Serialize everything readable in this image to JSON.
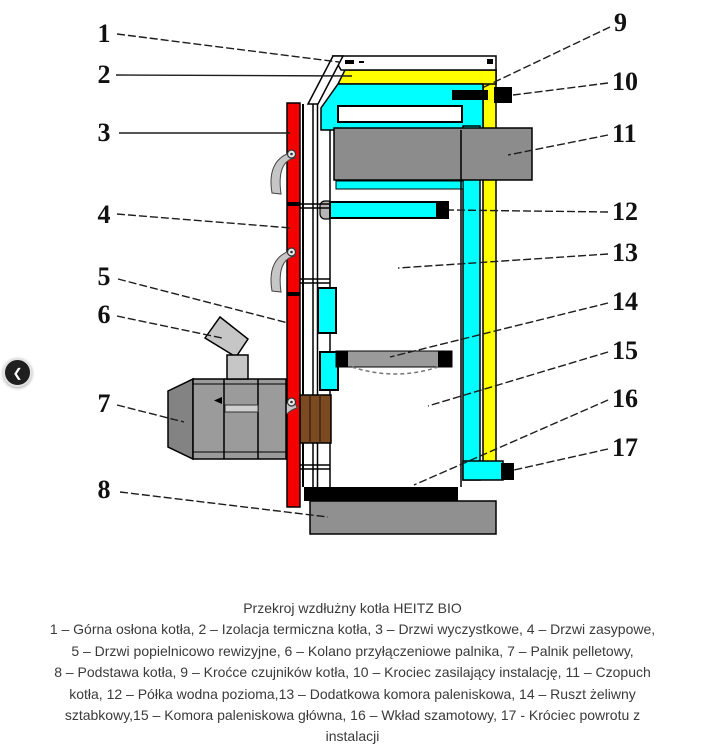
{
  "nav": {
    "prev_icon": "❮"
  },
  "caption": {
    "title": "Przekroj wzdłużny kotła HEITZ BIO",
    "lines": [
      "1 – Górna osłona kotła, 2 – Izolacja termiczna kotła, 3 – Drzwi wyczystkowe, 4 – Drzwi zasypowe,",
      "5 – Drzwi popielnicowo rewizyjne, 6 – Kolano przyłączeniowe palnika, 7 – Palnik pelletowy,",
      "8 – Podstawa kotła, 9 – Kroćce czujników kotła, 10 – Krociec zasilający instalację, 11 – Czopuch",
      "kotła, 12 – Półka wodna pozioma,13 – Dodatkowa komora paleniskowa, 14 – Ruszt żeliwny",
      "sztabkowy,15 – Komora paleniskowa główna, 16 – Wkład szamotowy, 17 - Króciec powrotu z",
      "instalacji"
    ]
  },
  "callouts": [
    {
      "num": "1",
      "part": "Górna osłona kotła"
    },
    {
      "num": "2",
      "part": "Izolacja termiczna kotła"
    },
    {
      "num": "3",
      "part": "Drzwi wyczystkowe"
    },
    {
      "num": "4",
      "part": "Drzwi zasypowe"
    },
    {
      "num": "5",
      "part": "Drzwi popielnicowo rewizyjne"
    },
    {
      "num": "6",
      "part": "Kolano przyłączeniowe palnika"
    },
    {
      "num": "7",
      "part": "Palnik pelletowy"
    },
    {
      "num": "8",
      "part": "Podstawa kotła"
    },
    {
      "num": "9",
      "part": "Kroćce czujników kotła"
    },
    {
      "num": "10",
      "part": "Krociec zasilający instalację"
    },
    {
      "num": "11",
      "part": "Czopuch kotła"
    },
    {
      "num": "12",
      "part": "Półka wodna pozioma"
    },
    {
      "num": "13",
      "part": "Dodatkowa komora paleniskowa"
    },
    {
      "num": "14",
      "part": "Ruszt żeliwny sztabkowy"
    },
    {
      "num": "15",
      "part": "Komora paleniskowa główna"
    },
    {
      "num": "16",
      "part": "Wkład szamotowy"
    },
    {
      "num": "17",
      "part": "Króciec powrotu z instalacji"
    }
  ],
  "colors": {
    "water": "#00ffff",
    "insulation": "#ffff00",
    "door": "#f40000",
    "steel": "#8c8c8c",
    "steel_light": "#9b9b9b",
    "base": "#909090",
    "firebrick_mount": "#7b4a21",
    "caption_text": "#3a3a3a",
    "nav_bg": "#1f1f1f"
  }
}
